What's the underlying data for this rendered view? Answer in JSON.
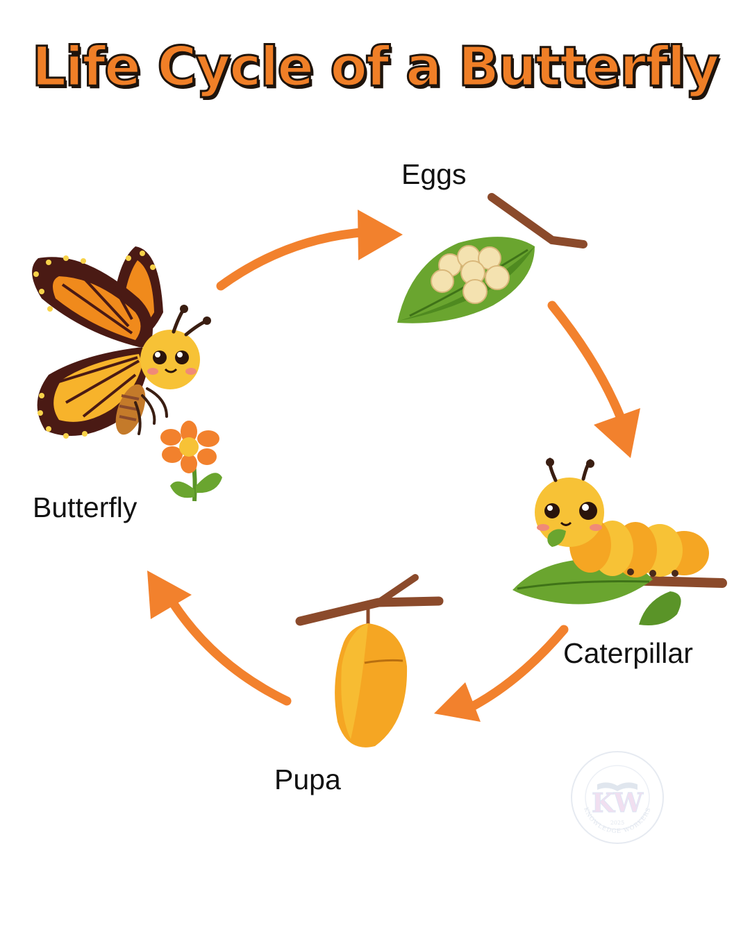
{
  "title": "Life Cycle of a Butterfly",
  "stages": [
    {
      "id": "eggs",
      "label": "Eggs"
    },
    {
      "id": "caterpillar",
      "label": "Caterpillar"
    },
    {
      "id": "pupa",
      "label": "Pupa"
    },
    {
      "id": "butterfly",
      "label": "Butterfly"
    }
  ],
  "watermark": {
    "monogram": "KW",
    "name": "KNOWLEDGE WORKERS",
    "year": "2025"
  },
  "colors": {
    "arrow": "#f2812d",
    "title_fill": "#f07f27",
    "title_outline": "#1f140c",
    "leaf": "#6aa52f",
    "branch": "#8b4a2b",
    "pupa": "#f5a623",
    "wing_orange": "#f08a1c",
    "wing_dark": "#4a1a14"
  },
  "icons": [
    "eggs-on-leaf-icon",
    "caterpillar-icon",
    "pupa-icon",
    "butterfly-icon",
    "flower-icon",
    "cycle-arrow-icon"
  ]
}
